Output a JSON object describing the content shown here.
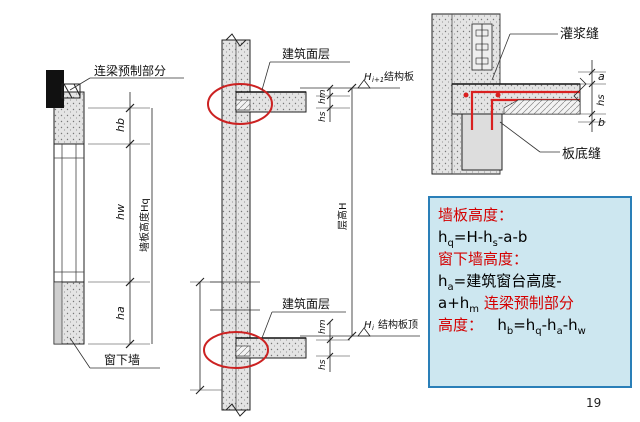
{
  "labels": {
    "coupling_beam_precast": "连梁预制部分",
    "window_lower_wall": "窗下墙",
    "finish_layer_top": "建筑面层",
    "finish_layer_bottom": "建筑面层",
    "floor_top_structure": "结构板",
    "floor_bottom_structure": "结构板顶",
    "floor_top_mark": "H",
    "floor_top_sub": "i+1",
    "floor_bottom_mark": "H",
    "floor_bottom_sub": "i",
    "grout_joint": "灌浆缝",
    "slab_bottom_joint": "板底缝",
    "story_height": "层高H",
    "wall_panel_height": "墙板高度Hq"
  },
  "dimensions": {
    "hb": "hb",
    "hw": "hw",
    "ha": "ha",
    "hm_top": "hm",
    "hs_top": "hs",
    "hm_bottom": "hm",
    "hs_bottom": "hs",
    "a": "a",
    "b": "b",
    "hs_detail": "hs"
  },
  "formulas": {
    "wall_height_title": "墙板高度：",
    "wall_height_expr_h": "h",
    "wall_height_expr_q": "q",
    "wall_height_expr_mid": "=H-h",
    "wall_height_expr_s": "s",
    "wall_height_expr_end": "-a-b",
    "window_wall_title": "窗下墙高度：",
    "window_expr_h": "h",
    "window_expr_a": "a",
    "window_expr_mid": "=建筑窗台高度-",
    "window_expr_a2": "a+h",
    "window_expr_m": "m",
    "beam_title_part1": "连梁预制部分",
    "beam_title_part2": "高度：",
    "beam_expr_h": "h",
    "beam_expr_b": "b",
    "beam_expr_eq": "=h",
    "beam_expr_q": "q",
    "beam_expr_minus1": "-h",
    "beam_expr_a": "a",
    "beam_expr_minus2": "-h",
    "beam_expr_w": "w"
  },
  "page_number": "19",
  "colors": {
    "highlight_circle": "#cc2222",
    "rebar": "#d92020",
    "box_fill": "#cde7f0",
    "box_border": "#2a7fb8",
    "red_text": "#d40000"
  }
}
